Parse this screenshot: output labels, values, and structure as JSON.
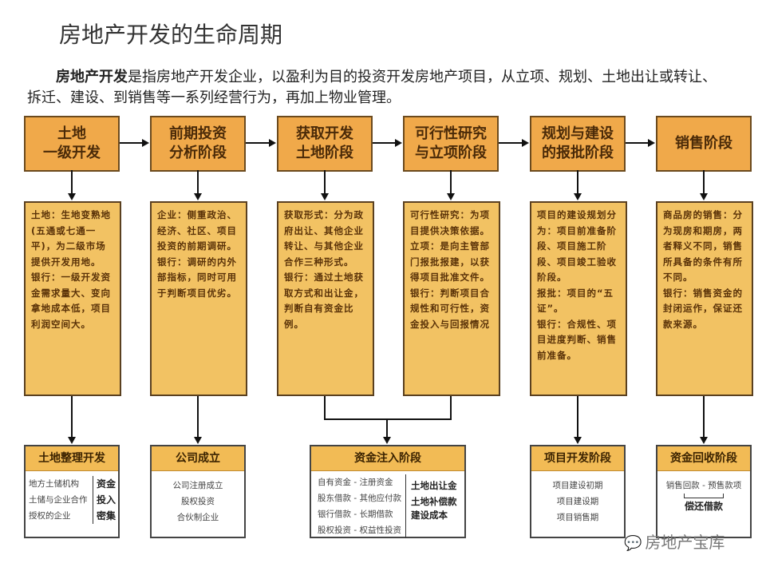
{
  "title": "房地产开发的生命周期",
  "intro": {
    "bold": "房地产开发",
    "text": "是指房地产开发企业，以盈利为目的投资开发房地产项目，从立项、规划、土地出让或转让、拆迁、建设、到销售等一系列经营行为，再加上物业管理。"
  },
  "stages": [
    {
      "label": "土地\n一级开发",
      "desc": "土地：生地变熟地(五通或七通一平)，为二级市场提供开发用地。\n银行：一级开发资金需求量大、变向拿地成本低，项目利润空间大。"
    },
    {
      "label": "前期投资\n分析阶段",
      "desc": "企业：侧重政治、经济、社区、项目投资的前期调研。\n银行：调研的内外部指标，同时可用于判断项目优劣。"
    },
    {
      "label": "获取开发\n土地阶段",
      "desc": "获取形式：分为政府出让、其他企业转让、与其他企业合作三种形式。\n银行：通过土地获取方式和出让金，判断自有资金比例。"
    },
    {
      "label": "可行性研究\n与立项阶段",
      "desc": "可行性研究：为项目提供决策依据。\n立项：是向主管部门报批报建，以获得项目批准文件。\n银行：判断项目合规性和可行性，资金投入与回报情况"
    },
    {
      "label": "规划与建设\n的报批阶段",
      "desc": "项目的建设规划分为：项目前准备阶段、项目施工阶段、项目竣工验收阶段。\n报批：项目的“五证”。\n银行：合规性、项目进度判断、销售前准备。"
    },
    {
      "label": "销售阶段",
      "desc": "商品房的销售：分为现房和期房，两者释义不同，销售所具备的条件有所不同。\n银行：销售资金的封闭运作，保证还款来源。"
    }
  ],
  "bottom": {
    "land": {
      "title": "土地整理开发",
      "items": [
        "地方土储机构",
        "土储与企业合作",
        "授权的企业"
      ],
      "side": [
        "资金",
        "投入",
        "密集"
      ]
    },
    "company": {
      "title": "公司成立",
      "items": [
        "公司注册成立",
        "股权投资",
        "合伙制企业"
      ]
    },
    "capital": {
      "title": "资金注入阶段",
      "items": [
        "自有资金 - 注册资金",
        "股东借款 - 其他应付款",
        "银行借款 - 长期借款",
        "股权投资 - 权益性投资"
      ],
      "side": [
        "土地出让金",
        "土地补偿款",
        "建设成本"
      ]
    },
    "project": {
      "title": "项目开发阶段",
      "items": [
        "项目建设初期",
        "项目建设期",
        "项目销售期"
      ]
    },
    "recovery": {
      "title": "资金回收阶段",
      "items": [
        "销售回款 - 预售款项"
      ],
      "result": "偿还借款"
    }
  },
  "watermark": "房地产宝库",
  "colors": {
    "stage": "#f0a94a",
    "desc": "#f2c263",
    "header": "#f2bb55"
  }
}
